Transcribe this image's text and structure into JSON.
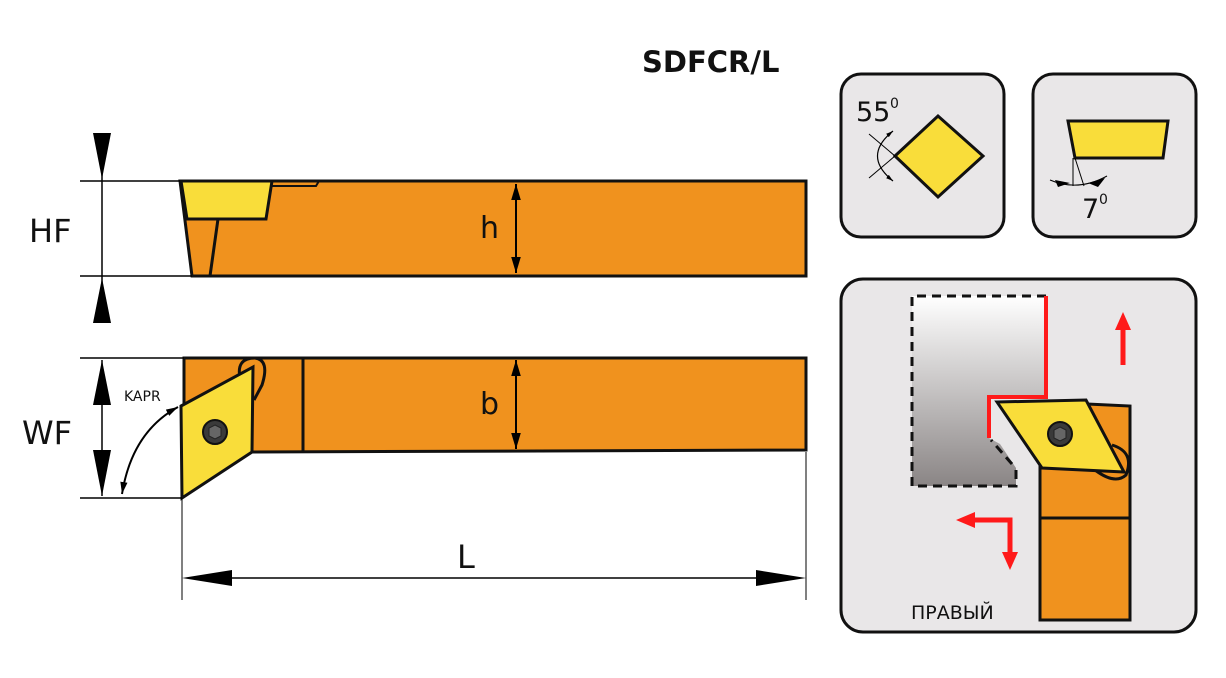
{
  "title": "SDFCR/L",
  "dimensions": {
    "hf": "HF",
    "h": "h",
    "wf": "WF",
    "b": "b",
    "kapr": "KAPR",
    "l": "L"
  },
  "insert_angle": {
    "value": "55",
    "unit": "0"
  },
  "clearance_angle": {
    "value": "7",
    "unit": "0"
  },
  "hand_label": "ПРАВЫЙ",
  "colors": {
    "holder": "#f0921e",
    "insert": "#f9dd3a",
    "panel": "#e9e7e8",
    "feed_arrow": "#ff1a1a"
  }
}
